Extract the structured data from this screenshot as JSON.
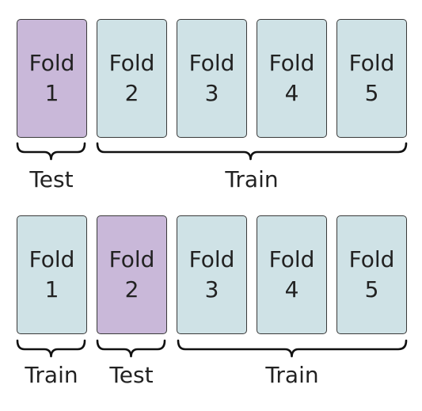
{
  "colors": {
    "test_fill": "#c9b8d9",
    "train_fill": "#cfe2e6",
    "border": "#3a3a3a",
    "brace": "#111111"
  },
  "rows": [
    {
      "folds": [
        {
          "word": "Fold",
          "num": "1",
          "role": "test"
        },
        {
          "word": "Fold",
          "num": "2",
          "role": "train"
        },
        {
          "word": "Fold",
          "num": "3",
          "role": "train"
        },
        {
          "word": "Fold",
          "num": "4",
          "role": "train"
        },
        {
          "word": "Fold",
          "num": "5",
          "role": "train"
        }
      ],
      "groups": [
        {
          "label": "Test"
        },
        {
          "label": "Train"
        }
      ]
    },
    {
      "folds": [
        {
          "word": "Fold",
          "num": "1",
          "role": "train"
        },
        {
          "word": "Fold",
          "num": "2",
          "role": "test"
        },
        {
          "word": "Fold",
          "num": "3",
          "role": "train"
        },
        {
          "word": "Fold",
          "num": "4",
          "role": "train"
        },
        {
          "word": "Fold",
          "num": "5",
          "role": "train"
        }
      ],
      "groups": [
        {
          "label": "Train"
        },
        {
          "label": "Test"
        },
        {
          "label": "Train"
        }
      ]
    }
  ]
}
